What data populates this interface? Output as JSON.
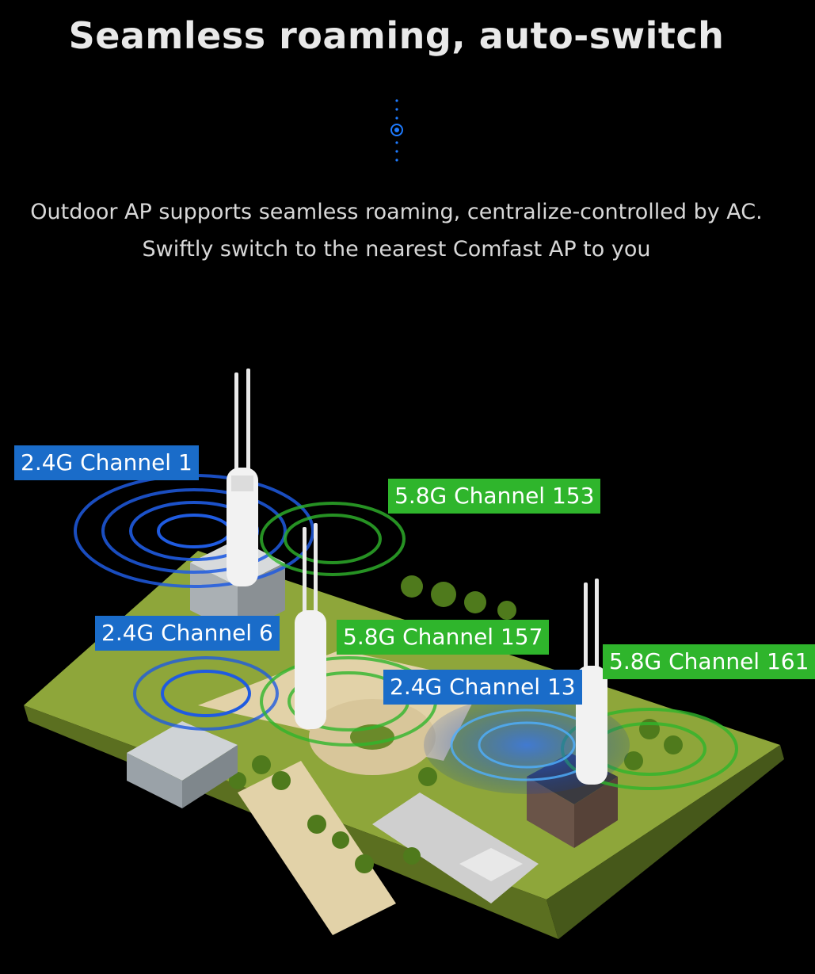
{
  "header": {
    "title": "Seamless roaming, auto-switch",
    "line1": "Outdoor AP supports seamless roaming, centralize-controlled by AC.",
    "line2": "Swiftly switch to the nearest Comfast AP to you"
  },
  "labels": {
    "ap1_24": "2.4G Channel 1",
    "ap1_58": "5.8G Channel 153",
    "ap2_24": "2.4G Channel 6",
    "ap2_58": "5.8G Channel 157",
    "ap3_24": "2.4G Channel 13",
    "ap3_58": "5.8G Channel 161"
  },
  "colors": {
    "background": "#000000",
    "band_24": "#1a6cc9",
    "band_58": "#2fb52c",
    "accent_dot": "#1e7bff"
  },
  "icons": {
    "divider": "dot-divider-icon",
    "access_point": "outdoor-access-point-icon"
  }
}
